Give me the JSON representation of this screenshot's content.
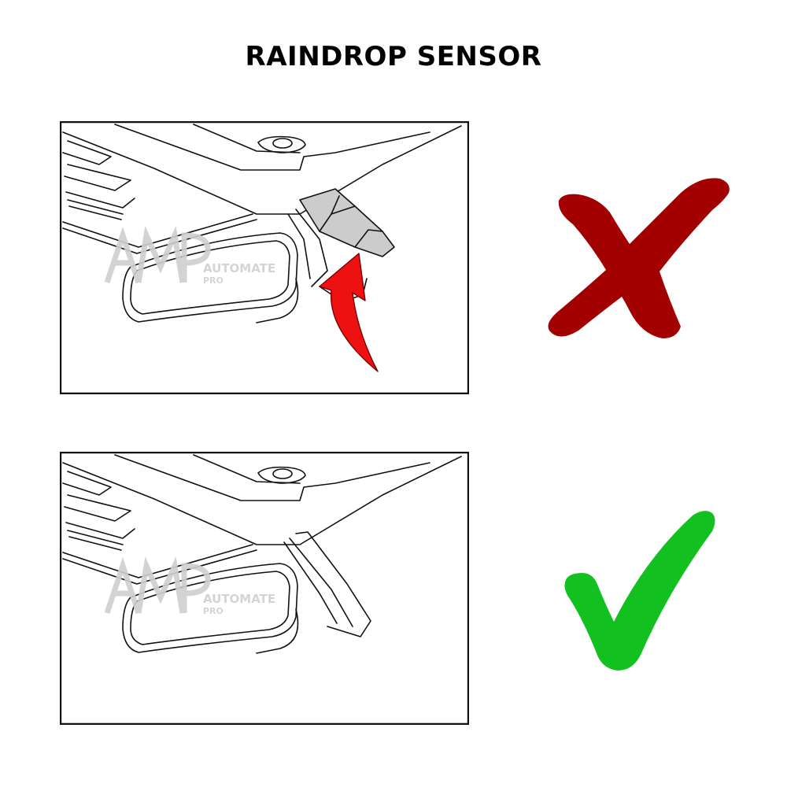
{
  "title": "RAINDROP SENSOR",
  "watermark": {
    "logo": "AMP",
    "line1": "AUTOMATE",
    "line2": "PRO"
  },
  "panels": [
    {
      "state": "incorrect",
      "sensor_cover_installed": false,
      "mark_icon": "cross-icon",
      "mark_color": "#a30000"
    },
    {
      "state": "correct",
      "sensor_cover_installed": true,
      "mark_icon": "check-icon",
      "mark_color": "#12c020"
    }
  ],
  "colors": {
    "arrow": "#ee1111",
    "sensor_highlight": "#cccccc",
    "line": "#111111"
  }
}
